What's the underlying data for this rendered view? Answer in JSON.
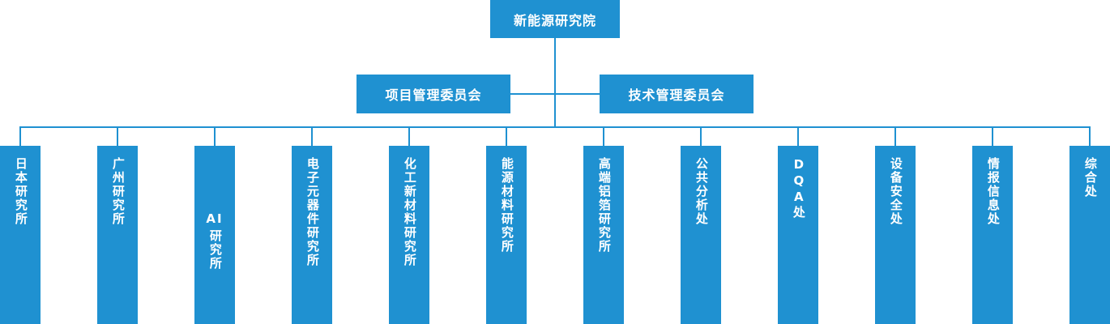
{
  "diagram": {
    "type": "organizational-chart",
    "title_box": {
      "label": "新能源研究院"
    },
    "accent_color": "#1f91d1",
    "text_color": "#ffffff",
    "background_color": "#ffffff",
    "committees": [
      {
        "label": "项目管理委员会"
      },
      {
        "label": "技术管理委员会"
      }
    ],
    "departments": [
      {
        "label": "日本研究所",
        "latin": ""
      },
      {
        "label": "广州研究所",
        "latin": ""
      },
      {
        "label": "研究所",
        "latin": "AI"
      },
      {
        "label": "电子元器件研究所",
        "latin": ""
      },
      {
        "label": "化工新材料研究所",
        "latin": ""
      },
      {
        "label": "能源材料研究所",
        "latin": ""
      },
      {
        "label": "高端铝箔研究所",
        "latin": ""
      },
      {
        "label": "公共分析处",
        "latin": ""
      },
      {
        "label": "DQA处",
        "latin": ""
      },
      {
        "label": "设备安全处",
        "latin": ""
      },
      {
        "label": "情报信息处",
        "latin": ""
      },
      {
        "label": "综合处",
        "latin": ""
      }
    ]
  }
}
